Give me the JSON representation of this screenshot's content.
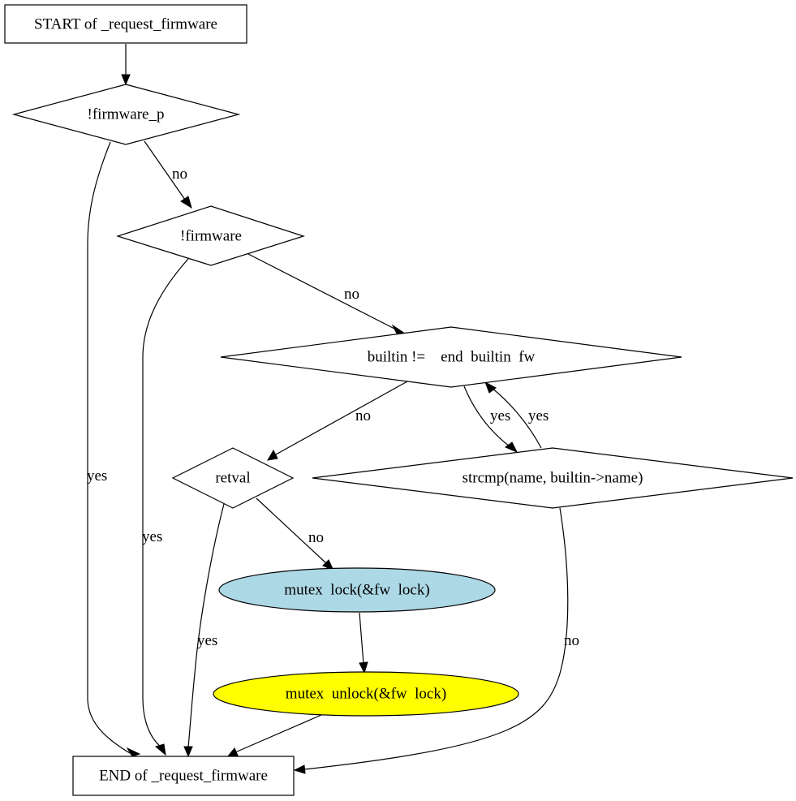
{
  "nodes": {
    "start": "START of _request_firmware",
    "firmware_p": "!firmware_p",
    "firmware": "!firmware",
    "builtin": "builtin !=    end  builtin  fw",
    "retval": "retval",
    "strcmp": "strcmp(name, builtin->name)",
    "mutex_lock": "mutex  lock(&fw  lock)",
    "mutex_unlock": "mutex  unlock(&fw  lock)",
    "end": "END of _request_firmware"
  },
  "edges": {
    "firmware_p_no": "no",
    "firmware_p_yes": "yes",
    "firmware_no": "no",
    "firmware_yes": "yes",
    "builtin_no": "no",
    "builtin_yes": "yes",
    "strcmp_yes": "yes",
    "strcmp_no": "no",
    "retval_no": "no",
    "retval_yes": "yes"
  },
  "colors": {
    "mutex_lock_fill": "#add8e6",
    "mutex_unlock_fill": "#ffff00",
    "default_fill": "#ffffff"
  }
}
